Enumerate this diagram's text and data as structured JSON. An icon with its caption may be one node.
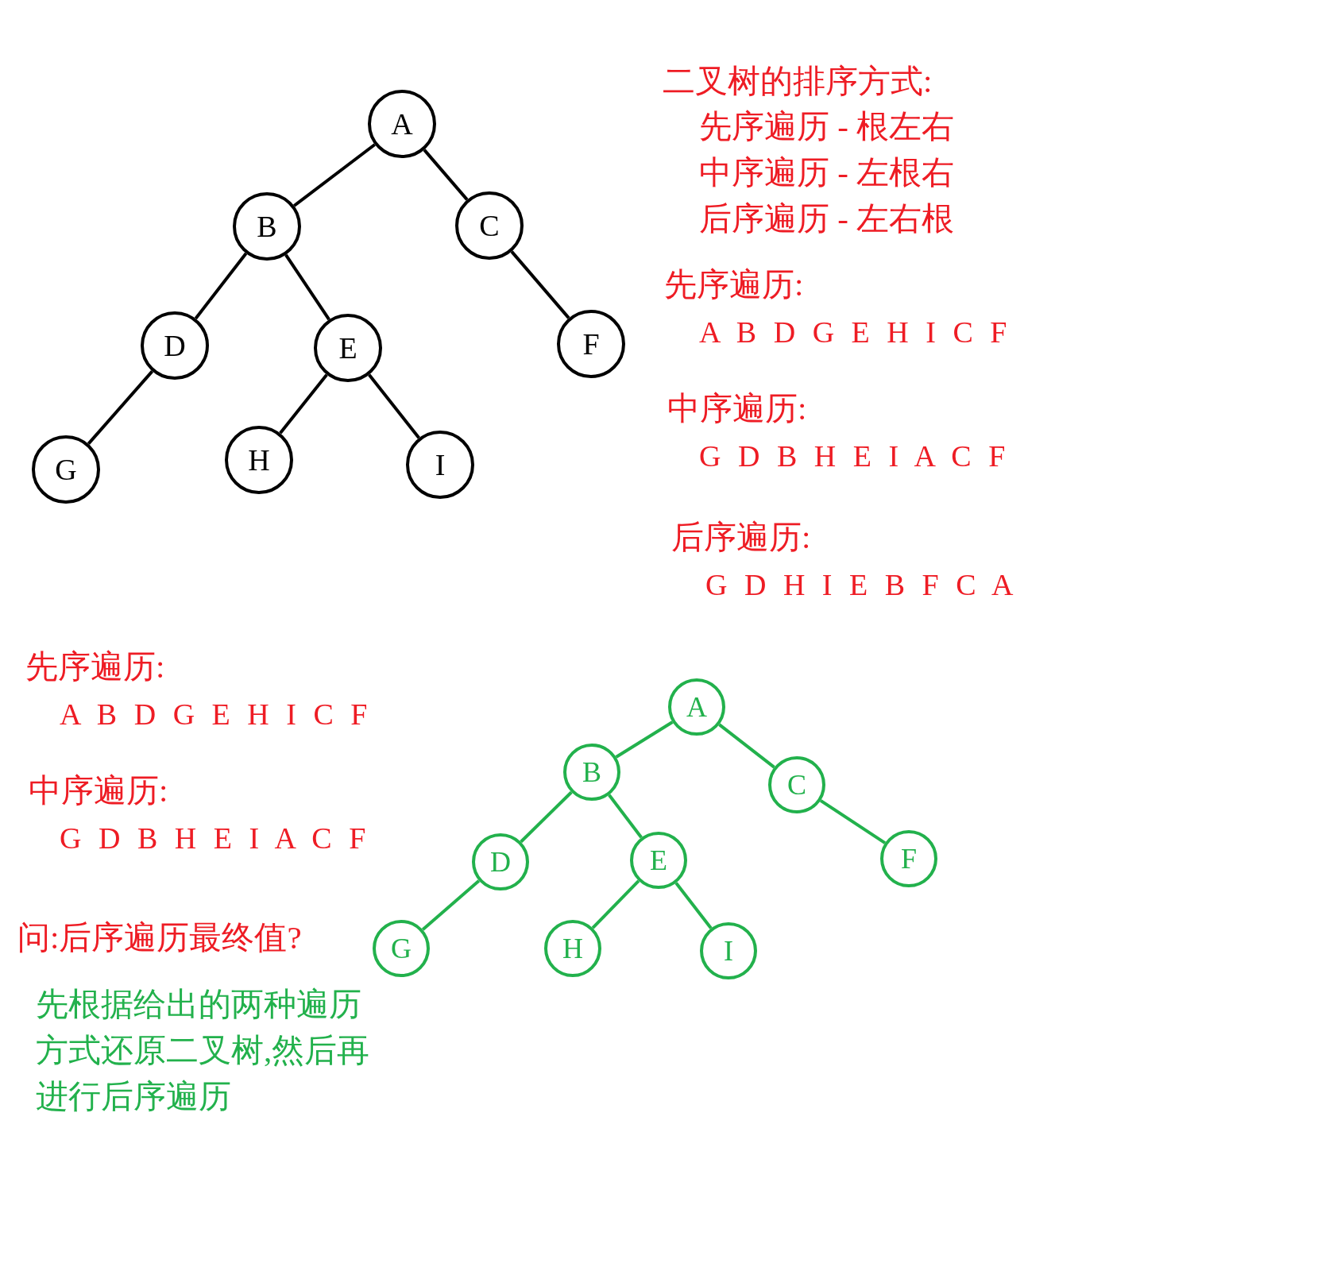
{
  "diagram": {
    "nodes": [
      {
        "text": [
          "A"
        ]
      },
      {
        "text": [
          "B"
        ]
      },
      {
        "text": [
          "C"
        ]
      },
      {
        "text": [
          "D"
        ]
      },
      {
        "text": [
          "E"
        ]
      },
      {
        "text": [
          "F"
        ]
      },
      {
        "text": [
          "G"
        ]
      },
      {
        "text": [
          "H"
        ]
      },
      {
        "text": [
          "I"
        ]
      },
      {
        "text": [
          "A"
        ]
      },
      {
        "text": [
          "B"
        ]
      },
      {
        "text": [
          "C"
        ]
      },
      {
        "text": [
          "D"
        ]
      },
      {
        "text": [
          "E"
        ]
      },
      {
        "text": [
          "F"
        ]
      },
      {
        "text": [
          "G"
        ]
      },
      {
        "text": [
          "H"
        ]
      },
      {
        "text": [
          "I"
        ]
      }
    ],
    "edges": [
      {
        "from": 0,
        "to": 1,
        "arrow": "none"
      },
      {
        "from": 0,
        "to": 2,
        "arrow": "none"
      },
      {
        "from": 1,
        "to": 3,
        "arrow": "none"
      },
      {
        "from": 1,
        "to": 4,
        "arrow": "none"
      },
      {
        "from": 2,
        "to": 5,
        "arrow": "none"
      },
      {
        "from": 3,
        "to": 6,
        "arrow": "none"
      },
      {
        "from": 4,
        "to": 7,
        "arrow": "none"
      },
      {
        "from": 4,
        "to": 8,
        "arrow": "none"
      },
      {
        "from": 9,
        "to": 10,
        "arrow": "none",
        "color": "#22b14c"
      },
      {
        "from": 9,
        "to": 11,
        "arrow": "none",
        "color": "#22b14c"
      },
      {
        "from": 10,
        "to": 12,
        "arrow": "none",
        "color": "#22b14c"
      },
      {
        "from": 10,
        "to": 13,
        "arrow": "none",
        "color": "#22b14c"
      },
      {
        "from": 11,
        "to": 14,
        "arrow": "none",
        "color": "#22b14c"
      },
      {
        "from": 12,
        "to": 15,
        "arrow": "none",
        "color": "#22b14c"
      },
      {
        "from": 13,
        "to": 16,
        "arrow": "none",
        "color": "#22b14c"
      },
      {
        "from": 13,
        "to": 17,
        "arrow": "none",
        "color": "#22b14c"
      }
    ],
    "labels": [
      "二叉树的排序方式:",
      "先序遍历 - 根左右",
      "中序遍历 - 左根右",
      "后序遍历 - 左右根",
      "先序遍历:",
      "A B D G E H I C F",
      "中序遍历:",
      "G D B H E I A C F",
      "后序遍历:",
      "G D H I E B F C A",
      "先序遍历:",
      "A B D G E H I C F",
      "中序遍历:",
      "G D B H E I A C F",
      "问:后序遍历最终值?",
      "先根据给出的两种遍历方式还原二叉树,然后再进行后序遍历"
    ]
  }
}
